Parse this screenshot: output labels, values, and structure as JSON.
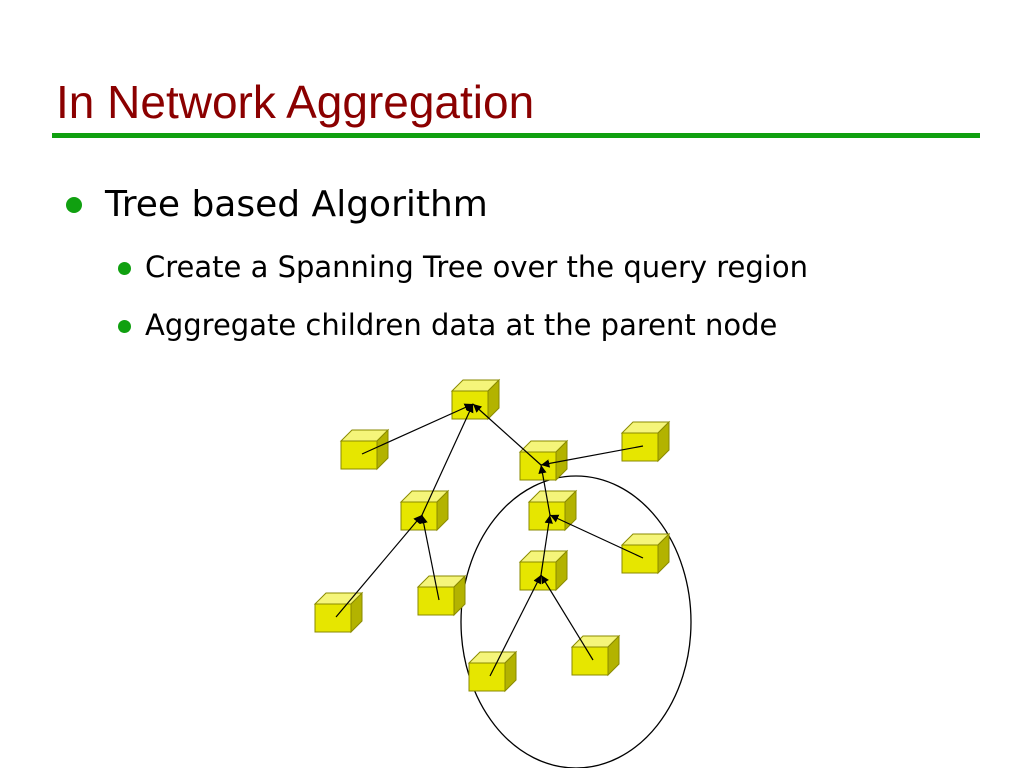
{
  "slide": {
    "title": "In Network Aggregation",
    "title_color": "#8b0000",
    "rule_color": "#10a010",
    "bullet_color": "#10a010",
    "text_color": "#000000"
  },
  "bullets": [
    {
      "level": 1,
      "text": "Tree based Algorithm"
    },
    {
      "level": 2,
      "text": "Create a Spanning Tree over the query region"
    },
    {
      "level": 2,
      "text": "Aggregate children data at the parent node"
    }
  ],
  "diagram": {
    "node_colors": {
      "front": "#e6e600",
      "top": "#f5f57a",
      "side": "#b3b300",
      "edge": "#8a8a00"
    },
    "nodes": [
      {
        "id": "root"
      },
      {
        "id": "left-leaf"
      },
      {
        "id": "mid"
      },
      {
        "id": "far-right"
      },
      {
        "id": "left-branch"
      },
      {
        "id": "in-circle-upper"
      },
      {
        "id": "right-leaf"
      },
      {
        "id": "in-circle-middle"
      },
      {
        "id": "bottom-left"
      },
      {
        "id": "bottom-mid"
      },
      {
        "id": "circle-bottom-left"
      },
      {
        "id": "circle-bottom-right"
      }
    ],
    "edges": [
      {
        "child": "left-leaf",
        "parent": "root"
      },
      {
        "child": "left-branch",
        "parent": "root"
      },
      {
        "child": "mid",
        "parent": "root"
      },
      {
        "child": "far-right",
        "parent": "mid"
      },
      {
        "child": "in-circle-upper",
        "parent": "mid"
      },
      {
        "child": "bottom-left",
        "parent": "left-branch"
      },
      {
        "child": "bottom-mid",
        "parent": "left-branch"
      },
      {
        "child": "right-leaf",
        "parent": "in-circle-upper"
      },
      {
        "child": "in-circle-middle",
        "parent": "in-circle-upper"
      },
      {
        "child": "circle-bottom-left",
        "parent": "in-circle-middle"
      },
      {
        "child": "circle-bottom-right",
        "parent": "in-circle-middle"
      }
    ]
  }
}
